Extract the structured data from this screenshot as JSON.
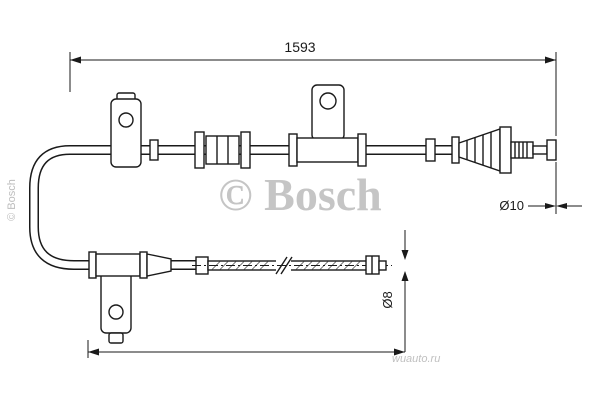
{
  "dimensions": {
    "total_length": "1593",
    "end_diameter": "Ø10",
    "rod_diameter": "Ø8"
  },
  "watermarks": {
    "center": "© Bosch",
    "left_vertical": "© Bosch",
    "bottom_right": "wuauto.ru"
  },
  "colors": {
    "line": "#1a1a1a",
    "watermark": "#c5c5c5",
    "background": "#ffffff"
  }
}
